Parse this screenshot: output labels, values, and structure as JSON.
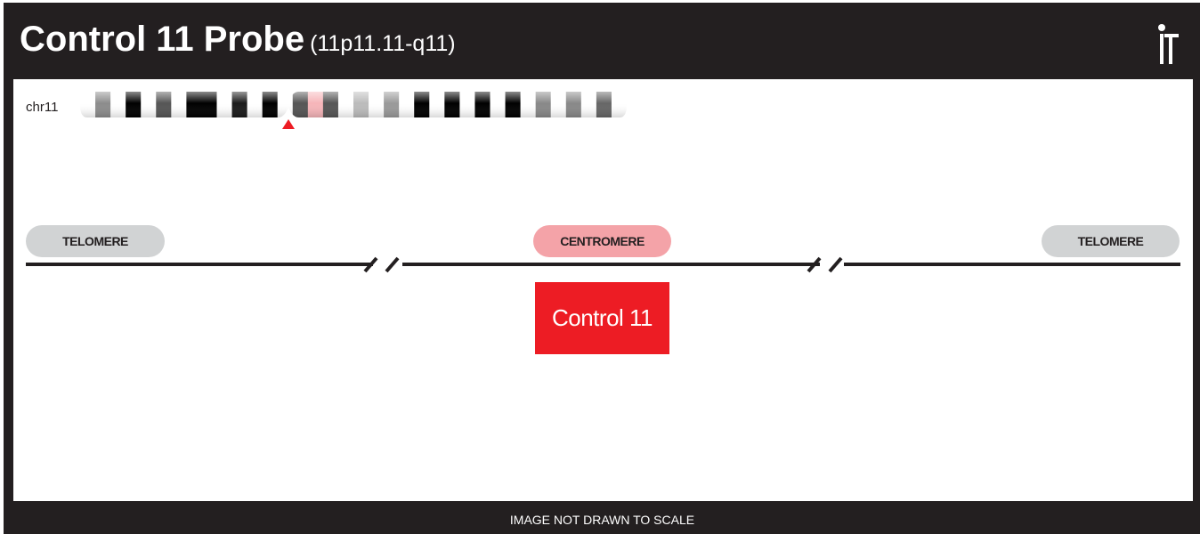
{
  "header": {
    "title": "Control 11 Probe",
    "locus": "(11p11.11-q11)",
    "logo_icon": "person-logo-icon"
  },
  "ideogram": {
    "chromosome_label": "chr11",
    "bands": [
      {
        "shade": "#ffffff"
      },
      {
        "shade": "#8c8c8c"
      },
      {
        "shade": "#ffffff"
      },
      {
        "shade": "#000000"
      },
      {
        "shade": "#ffffff"
      },
      {
        "shade": "#555555"
      },
      {
        "shade": "#ffffff"
      },
      {
        "shade": "#000000"
      },
      {
        "shade": "#000000"
      },
      {
        "shade": "#ffffff"
      },
      {
        "shade": "#1a1a1a"
      },
      {
        "shade": "#ffffff"
      },
      {
        "shade": "#000000"
      },
      {
        "shade": "#ffffff"
      },
      {
        "shade": "#555555"
      },
      {
        "shade": "#f6b5b9",
        "centromere": true
      },
      {
        "shade": "#555555"
      },
      {
        "shade": "#ffffff"
      },
      {
        "shade": "#bbbbbb"
      },
      {
        "shade": "#ffffff"
      },
      {
        "shade": "#999999"
      },
      {
        "shade": "#ffffff"
      },
      {
        "shade": "#000000"
      },
      {
        "shade": "#ffffff"
      },
      {
        "shade": "#000000"
      },
      {
        "shade": "#ffffff"
      },
      {
        "shade": "#000000"
      },
      {
        "shade": "#ffffff"
      },
      {
        "shade": "#000000"
      },
      {
        "shade": "#ffffff"
      },
      {
        "shade": "#888888"
      },
      {
        "shade": "#ffffff"
      },
      {
        "shade": "#888888"
      },
      {
        "shade": "#ffffff"
      },
      {
        "shade": "#666666"
      },
      {
        "shade": "#ffffff"
      }
    ],
    "marker_color": "#ed1c24"
  },
  "diagram": {
    "left_label": "TELOMERE",
    "center_label": "CENTROMERE",
    "right_label": "TELOMERE",
    "probe_label": "Control 11",
    "probe_color": "#ed1c24",
    "centromere_color": "#f4a3a8",
    "telomere_color": "#d1d3d4"
  },
  "footer": {
    "note": "IMAGE NOT DRAWN TO SCALE"
  }
}
